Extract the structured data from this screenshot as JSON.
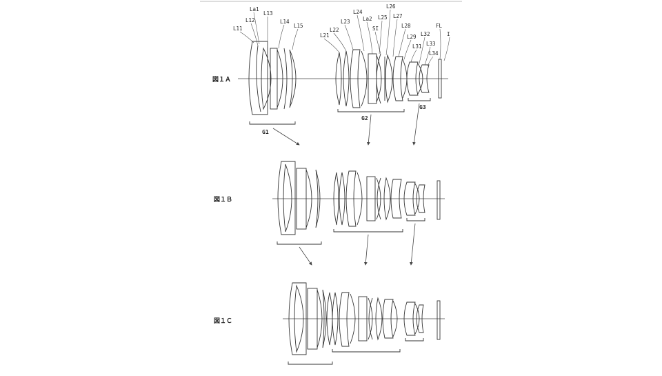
{
  "figures": [
    {
      "label": "図１Ａ"
    },
    {
      "label": "図１Ｂ"
    },
    {
      "label": "図１Ｃ"
    }
  ],
  "lens_labels": [
    "L11",
    "La1",
    "L12",
    "L13",
    "L14",
    "L15",
    "L21",
    "L22",
    "L23",
    "L24",
    "La2",
    "L25",
    "SI",
    "L26",
    "L27",
    "L28",
    "L29",
    "L31",
    "L32",
    "L33",
    "L34",
    "FL",
    "I"
  ],
  "group_labels": [
    "G1",
    "G2",
    "G3"
  ]
}
